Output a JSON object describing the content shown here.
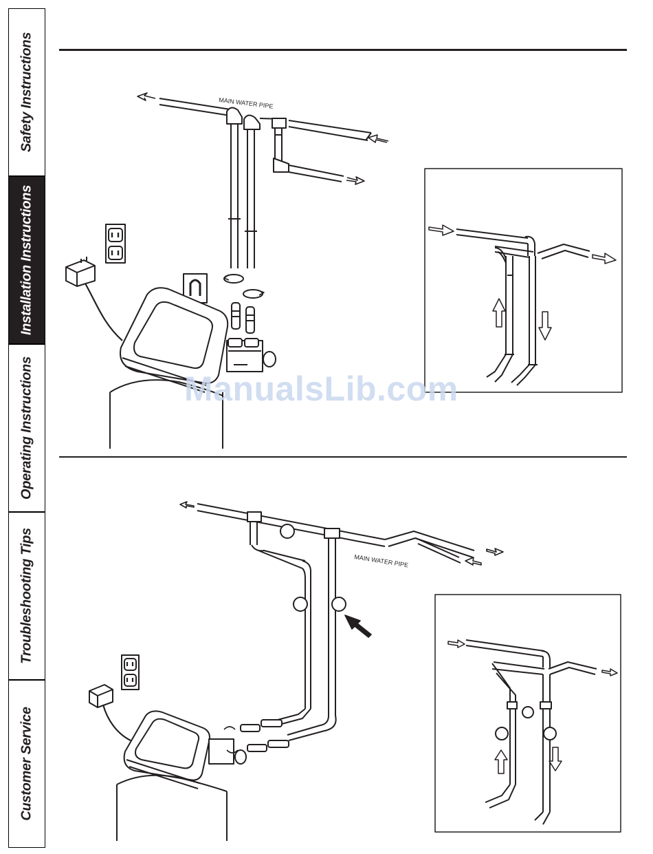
{
  "side_tabs": [
    {
      "label": "Safety Instructions",
      "active": false
    },
    {
      "label": "Installation Instructions",
      "active": true
    },
    {
      "label": "Operating Instructions",
      "active": false
    },
    {
      "label": "Troubleshooting Tips",
      "active": false
    },
    {
      "label": "Customer Service",
      "active": false
    }
  ],
  "figure_top": {
    "pipe_label": "MAIN WATER PIPE"
  },
  "figure_bottom": {
    "pipe_label": "MAIN WATER PIPE"
  },
  "watermark": "ManualsLib.com",
  "colors": {
    "ink": "#231f20",
    "active_tab": "#231f20",
    "watermark": "#c9d8ee"
  }
}
